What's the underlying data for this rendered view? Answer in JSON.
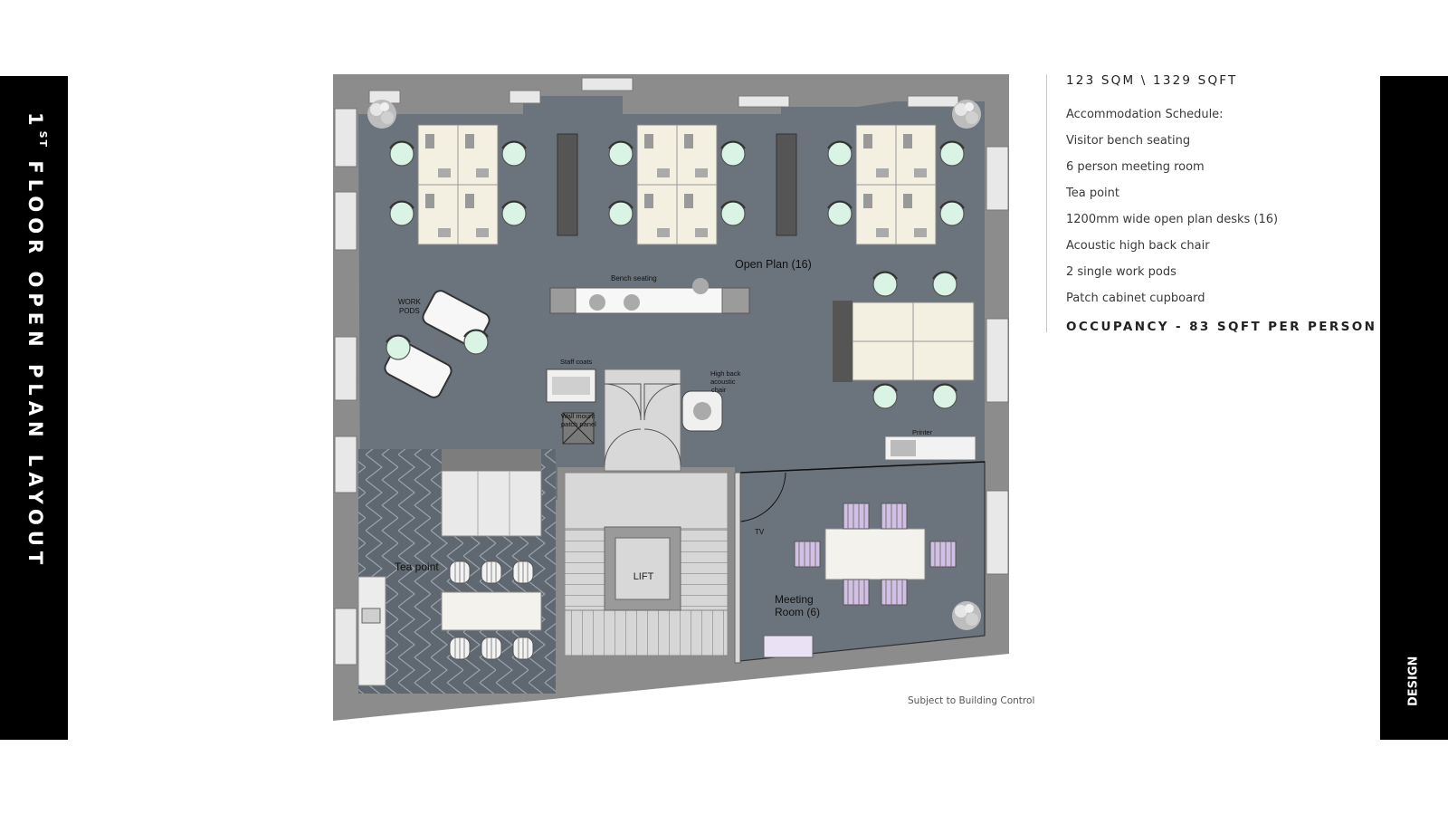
{
  "sidebar": {
    "title_prefix": "1",
    "title_sup": "ST",
    "title_rest": " FLOOR OPEN PLAN LAYOUT",
    "right_label": "DESIGN"
  },
  "info": {
    "area": "123 SQM \\ 1329 SQFT",
    "schedule_heading": "Accommodation Schedule:",
    "items": [
      "Visitor bench seating",
      "6 person meeting room",
      "Tea point",
      "1200mm wide open plan desks (16)",
      "Acoustic high back chair",
      "2 single work pods",
      "Patch cabinet cupboard"
    ],
    "occupancy": "OCCUPANCY - 83 SQFT PER PERSON"
  },
  "plan": {
    "labels": {
      "open_plan": "Open Plan (16)",
      "bench_seating": "Bench seating",
      "work_pods_1": "WORK",
      "work_pods_2": "PODS",
      "staff_coats": "Staff coats",
      "wall_mount_1": "Wall mount",
      "wall_mount_2": "patch panel",
      "high_back_1": "High back",
      "high_back_2": "acoustic",
      "high_back_3": "chair",
      "printer": "Printer",
      "tv": "TV",
      "tea_point": "Tea point",
      "lift": "LIFT",
      "meeting_1": "Meeting",
      "meeting_2": "Room (6)"
    }
  },
  "footnote": "Subject to Building Control",
  "colors": {
    "floor": "#6b737d",
    "wall": "#8c8c8c",
    "desk": "#f4f0e1",
    "chair": "#d9f3e4",
    "meeting_chair": "#d2bfe6",
    "core": "#d8d8d8"
  }
}
